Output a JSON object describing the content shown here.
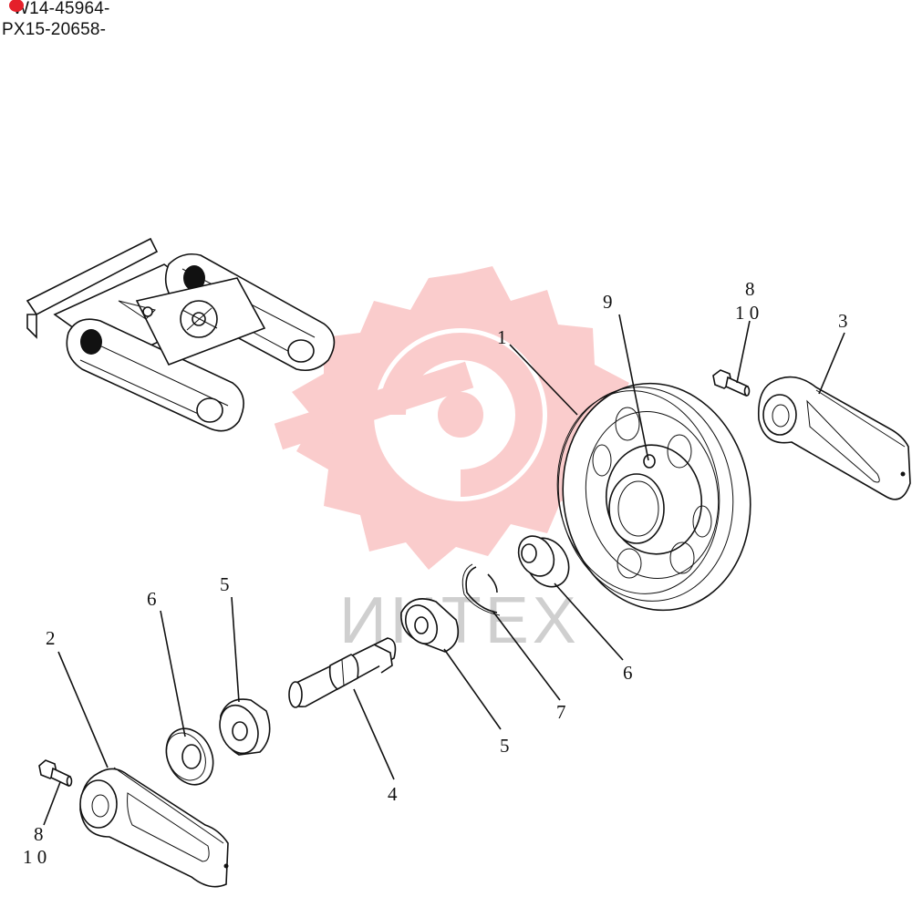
{
  "header": {
    "serial_1": "W14-45964-",
    "serial_2": "PX15-20658-"
  },
  "watermark": {
    "text": "ИНТЕХ",
    "color": "#f26a6a"
  },
  "callouts": {
    "c1": "1",
    "c2": "2",
    "c3": "3",
    "c4": "4",
    "c5a": "5",
    "c5b": "5",
    "c6a": "6",
    "c6b": "6",
    "c7": "7",
    "c9": "9",
    "c8a": "8",
    "c10a": "1 0",
    "c8b": "8",
    "c10b": "1 0"
  }
}
